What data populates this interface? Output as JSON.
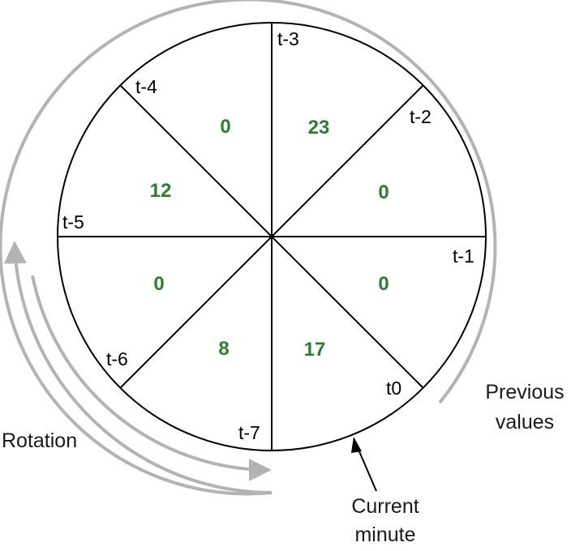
{
  "colors": {
    "value": "#2e7d32",
    "outline": "#000000",
    "arc": "#b3b3b3"
  },
  "slots": [
    {
      "label": "t-3",
      "value": "23"
    },
    {
      "label": "t-2",
      "value": "0"
    },
    {
      "label": "t-1",
      "value": "0"
    },
    {
      "label": "t0",
      "value": "17"
    },
    {
      "label": "t-7",
      "value": "8"
    },
    {
      "label": "t-6",
      "value": "0"
    },
    {
      "label": "t-5",
      "value": "12"
    },
    {
      "label": "t-4",
      "value": "0"
    }
  ],
  "annotations": {
    "rotation": "Rotation",
    "previous_values": [
      "Previous",
      "values"
    ],
    "current_minute": [
      "Current",
      "minute"
    ]
  }
}
